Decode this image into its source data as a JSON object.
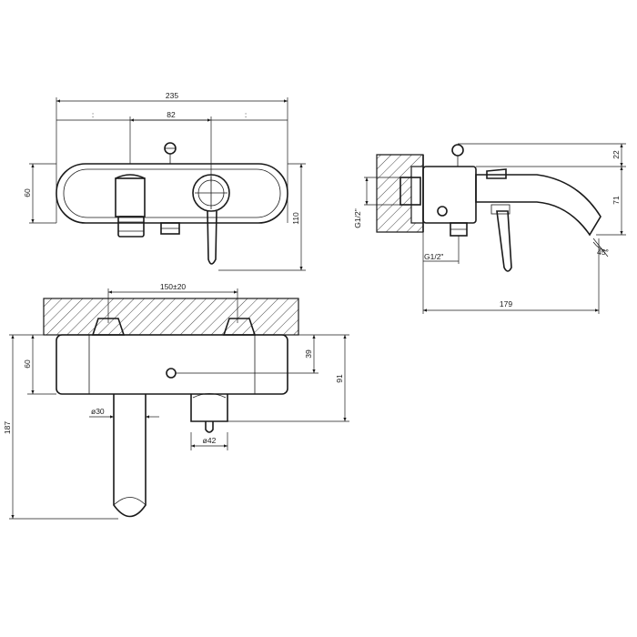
{
  "drawing": {
    "top_view": {
      "width_total": "235",
      "spacing": "82",
      "tick_left": ":",
      "tick_right": ":",
      "height_plate": "60",
      "height_total": "110"
    },
    "side_view": {
      "top_offset": "22",
      "spout_drop": "71",
      "thread_upper": "G1/2\"",
      "thread_lower": "G1/2\"",
      "angle": "45°",
      "projection": "179"
    },
    "front_view": {
      "centers": "150±20",
      "height_plate": "60",
      "axis_height": "39",
      "depth": "91",
      "overall": "187",
      "spout_diameter": "ø30",
      "diverter_diameter": "ø42"
    }
  }
}
